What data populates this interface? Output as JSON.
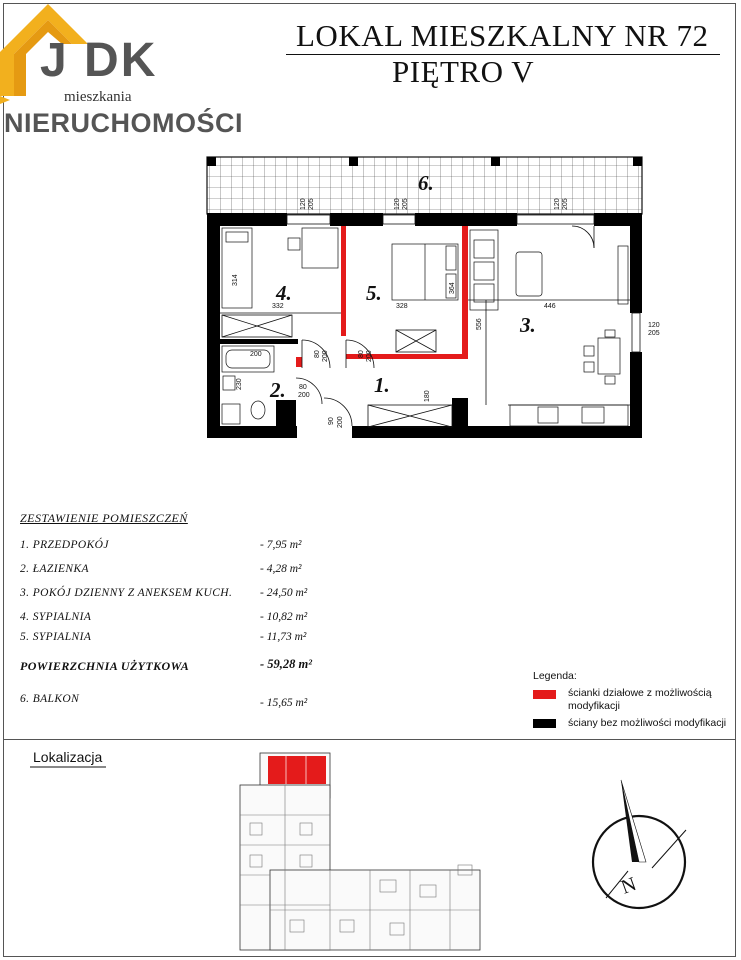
{
  "header": {
    "title": "LOKAL MIESZKALNY NR 72",
    "subtitle": "PIĘTRO V"
  },
  "logo": {
    "letters": "J DK",
    "small": "mieszkania",
    "big": "NIERUCHOMOŚCI",
    "colors": {
      "gold": "#f2b01e",
      "grey": "#555555"
    }
  },
  "plan": {
    "rooms": [
      {
        "num": "1."
      },
      {
        "num": "2."
      },
      {
        "num": "3."
      },
      {
        "num": "4."
      },
      {
        "num": "5."
      },
      {
        "num": "6."
      }
    ],
    "dims": {
      "d314": "314",
      "d332": "332",
      "d328": "328",
      "d364": "364",
      "d446": "446",
      "d556": "556",
      "d200": "200",
      "d230": "230",
      "d180": "180",
      "d80a": "80",
      "d200a": "200",
      "d80b": "80",
      "d200b": "200",
      "d80c": "80",
      "d200c": "200",
      "d90": "90",
      "d200d": "200",
      "d120": "120",
      "d205": "205",
      "w120a": "120",
      "w205a": "205",
      "w120b": "120",
      "w205b": "205",
      "w120c": "120",
      "w205c": "205"
    },
    "colors": {
      "wall": "#000000",
      "partition": "#e41b1b"
    }
  },
  "summary": {
    "heading": "ZESTAWIENIE POMIESZCZEŃ",
    "rows": [
      {
        "name": "1. PRZEDPOKÓJ",
        "area": "- 7,95 m²"
      },
      {
        "name": "2. ŁAZIENKA",
        "area": "- 4,28 m²"
      },
      {
        "name": "3. POKÓJ DZIENNY Z ANEKSEM KUCH.",
        "area": "- 24,50 m²"
      },
      {
        "name": "4. SYPIALNIA",
        "area": "- 10,82 m²"
      },
      {
        "name": "5. SYPIALNIA",
        "area": "- 11,73 m²"
      }
    ],
    "total": {
      "name": "POWIERZCHNIA UŻYTKOWA",
      "area": "- 59,28 m²"
    },
    "balcony": {
      "name": "6. BALKON",
      "area": "- 15,65 m²"
    }
  },
  "legend": {
    "title": "Legenda:",
    "items": [
      {
        "color": "#e41b1b",
        "text": "ścianki działowe z możliwością modyfikacji"
      },
      {
        "color": "#000000",
        "text": "ściany bez możliwości modyfikacji"
      }
    ]
  },
  "location": {
    "title": "Lokalizacja",
    "compass_label": "N",
    "highlight_color": "#e41b1b"
  }
}
